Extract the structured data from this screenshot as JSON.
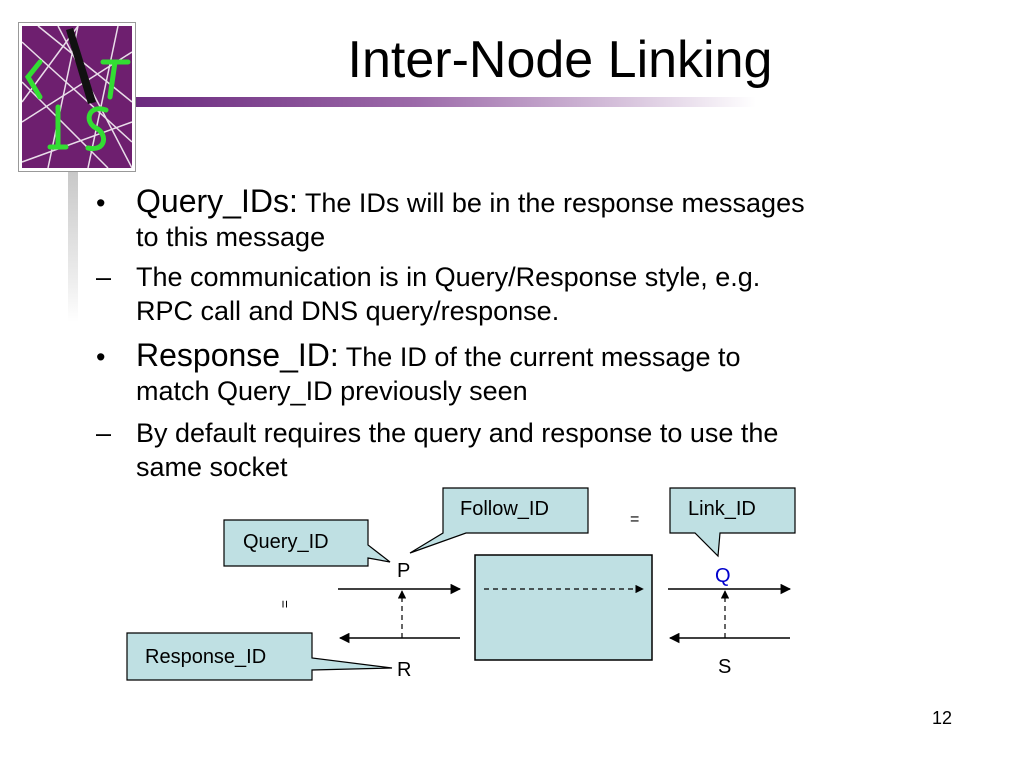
{
  "title": "Inter-Node Linking",
  "bullets": [
    {
      "marker": "•",
      "lead": "Query_IDs:",
      "line1": " The IDs will be in the response messages",
      "line2": "to this message"
    },
    {
      "marker": "–",
      "line1": "The communication is in Query/Response style, e.g.",
      "line2": "RPC call and DNS query/response."
    },
    {
      "marker": "•",
      "lead": "Response_ID:",
      "line1": " The ID of the current message to",
      "line2": "match Query_ID previously seen"
    },
    {
      "marker": "–",
      "line1": "By default requires the query and response to use the",
      "line2": "same socket"
    }
  ],
  "diagram": {
    "callouts": {
      "follow_id": "Follow_ID",
      "link_id": "Link_ID",
      "query_id": "Query_ID",
      "response_id": "Response_ID"
    },
    "equals_sign": "=",
    "equals_vertical": "=",
    "nodes": {
      "p": "P",
      "q": "Q",
      "r": "R",
      "s": "S"
    }
  },
  "colors": {
    "callout_fill": "#bfe0e3",
    "q_label": "#0000cc",
    "accent_purple": "#6b2a7e"
  },
  "slide_number": "12"
}
